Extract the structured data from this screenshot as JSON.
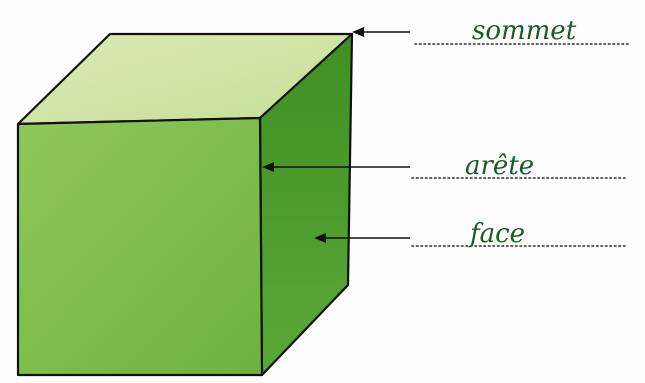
{
  "labels": {
    "vertex": "sommet",
    "edge": "arête",
    "face": "face"
  },
  "colors": {
    "top_face": "#cfe3a4",
    "front_face": "#7fbf4a",
    "side_face": "#4f9b2c",
    "outline": "#111111",
    "handwriting": "#1a5a2a"
  }
}
